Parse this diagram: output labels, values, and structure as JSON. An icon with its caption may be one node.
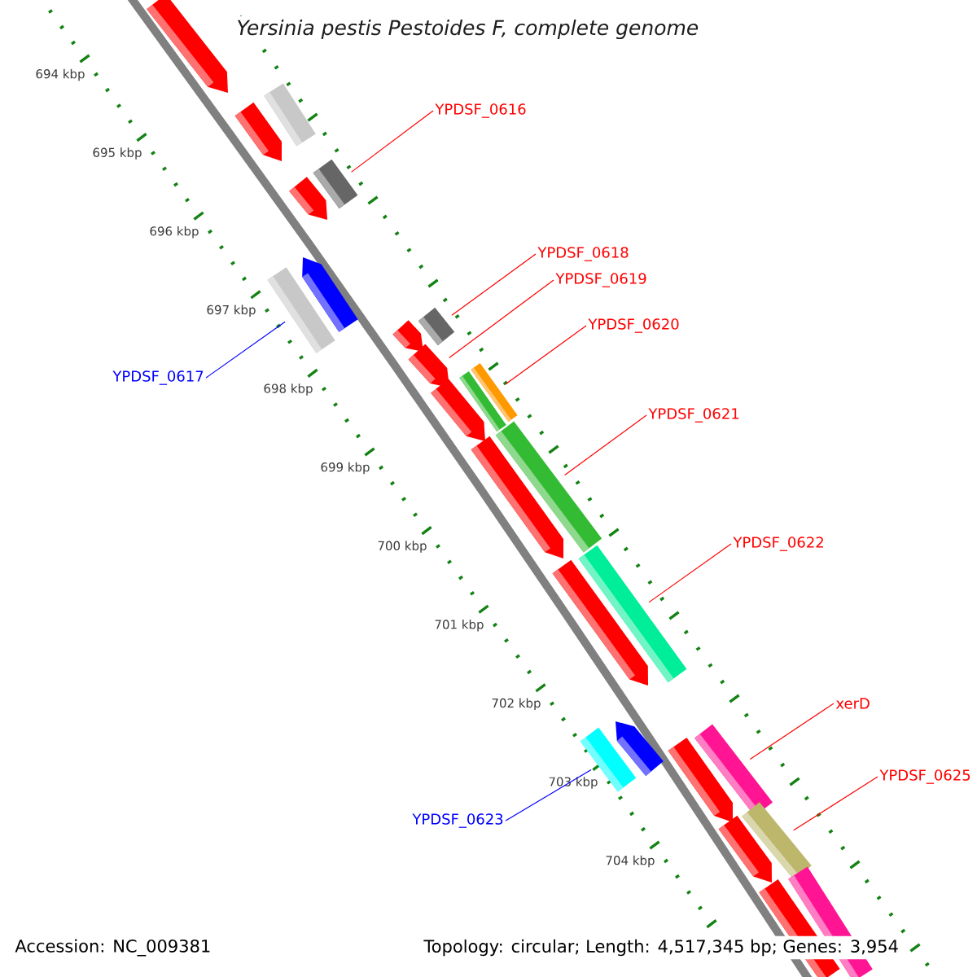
{
  "diagram": {
    "title": "Yersinia pestis Pestoides F, complete genome",
    "nodes": [
      {
        "text": [
          "YPDSF_0616"
        ]
      },
      {
        "text": [
          "YPDSF_0617"
        ]
      },
      {
        "text": [
          "YPDSF_0618"
        ]
      },
      {
        "text": [
          "YPDSF_0619"
        ]
      },
      {
        "text": [
          "YPDSF_0620"
        ]
      },
      {
        "text": [
          "YPDSF_0621"
        ]
      },
      {
        "text": [
          "YPDSF_0622"
        ]
      },
      {
        "text": [
          "xerD"
        ]
      },
      {
        "text": [
          "YPDSF_0625"
        ]
      },
      {
        "text": [
          "YPDSF_0623"
        ]
      },
      {
        "text": [],
        "shape": "arrow"
      },
      {
        "text": [],
        "shape": "bar"
      },
      {
        "text": [],
        "shape": "arrow"
      },
      {
        "text": [],
        "shape": "bar"
      },
      {
        "text": [],
        "shape": "arrow"
      },
      {
        "text": [],
        "shape": "arrow"
      },
      {
        "text": [],
        "shape": "bar"
      },
      {
        "text": [],
        "shape": "bar"
      },
      {
        "text": [],
        "shape": "arrow"
      },
      {
        "text": [],
        "shape": "arrow"
      },
      {
        "text": [],
        "shape": "bar"
      },
      {
        "text": [],
        "shape": "bar"
      },
      {
        "text": [],
        "shape": "arrow"
      },
      {
        "text": [],
        "shape": "bar"
      },
      {
        "text": [],
        "shape": "arrow"
      },
      {
        "text": [],
        "shape": "arrow"
      },
      {
        "text": [],
        "shape": "bar"
      },
      {
        "text": [],
        "shape": "bar"
      },
      {
        "text": [],
        "shape": "arrow"
      },
      {
        "text": [],
        "shape": "arrow"
      },
      {
        "text": [],
        "shape": "bar"
      },
      {
        "text": [],
        "shape": "arrow"
      },
      {
        "text": [],
        "shape": "bar"
      },
      {
        "text": [],
        "shape": "bar"
      },
      {
        "text": [],
        "shape": "bar"
      }
    ],
    "edges": [
      {
        "from": 0,
        "to": 13,
        "arrow": "none"
      },
      {
        "from": 1,
        "to": 16,
        "arrow": "none",
        "color": "#0000ff"
      },
      {
        "from": 2,
        "to": 17,
        "arrow": "none"
      },
      {
        "from": 3,
        "to": 19,
        "arrow": "none"
      },
      {
        "from": 4,
        "to": 21,
        "arrow": "none"
      },
      {
        "from": 5,
        "to": 23,
        "arrow": "none"
      },
      {
        "from": 6,
        "to": 26,
        "arrow": "none"
      },
      {
        "from": 7,
        "to": 30,
        "arrow": "none"
      },
      {
        "from": 8,
        "to": 32,
        "arrow": "none"
      },
      {
        "from": 9,
        "to": 27,
        "arrow": "none",
        "color": "#0000ff"
      }
    ],
    "labels": [
      "694 kbp",
      "695 kbp",
      "696 kbp",
      "697 kbp",
      "698 kbp",
      "699 kbp",
      "700 kbp",
      "701 kbp",
      "702 kbp",
      "703 kbp",
      "704 kbp",
      "Accession: NC_009381",
      "Topology: circular; Length: 4,517,345 bp; Genes: 3,954"
    ]
  }
}
